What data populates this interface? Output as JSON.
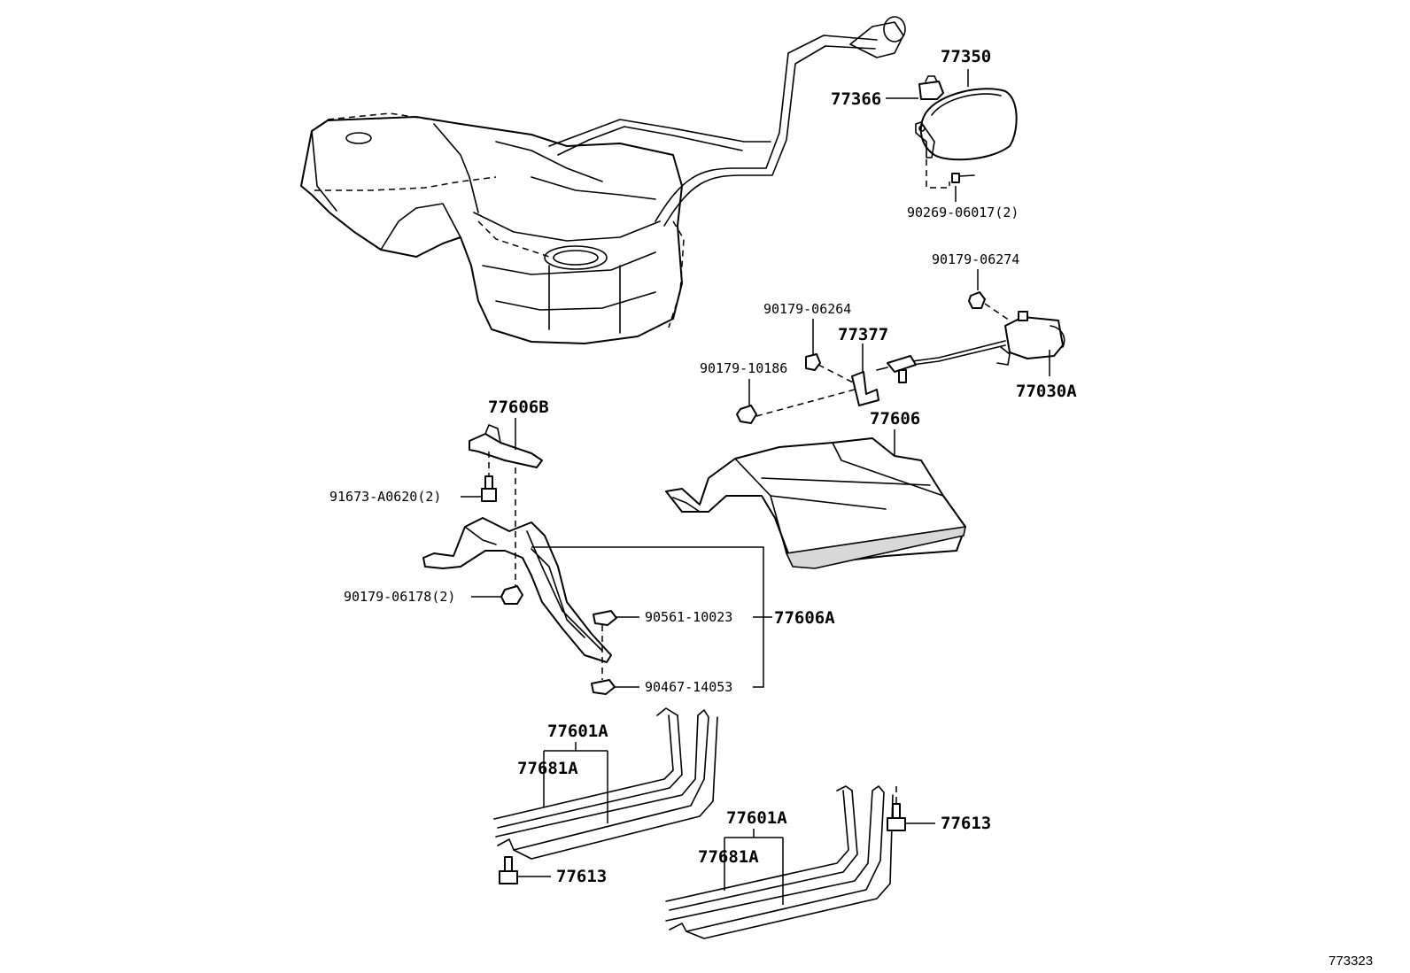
{
  "labels": {
    "fuel_lid": "77350",
    "lid_hinge": "77366",
    "lid_screw": "90269-06017(2)",
    "opener_nut_top": "90179-06274",
    "bracket_nut_upper": "90179-06264",
    "opener_bracket": "77377",
    "bracket_nut_lower": "90179-10186",
    "lid_opener": "77030A",
    "tank_protector": "77606",
    "protector_bracket_b": "77606B",
    "bracket_bolt": "91673-A0620(2)",
    "bracket_nut": "90179-06178(2)",
    "protector_a": "77606A",
    "clip_upper": "90561-10023",
    "clip_lower": "90467-14053",
    "band_left": "77601A",
    "cushion_left": "77681A",
    "bolt_left": "77613",
    "band_right": "77601A",
    "cushion_right": "77681A",
    "bolt_right": "77613"
  },
  "diagram_ref": "773323"
}
